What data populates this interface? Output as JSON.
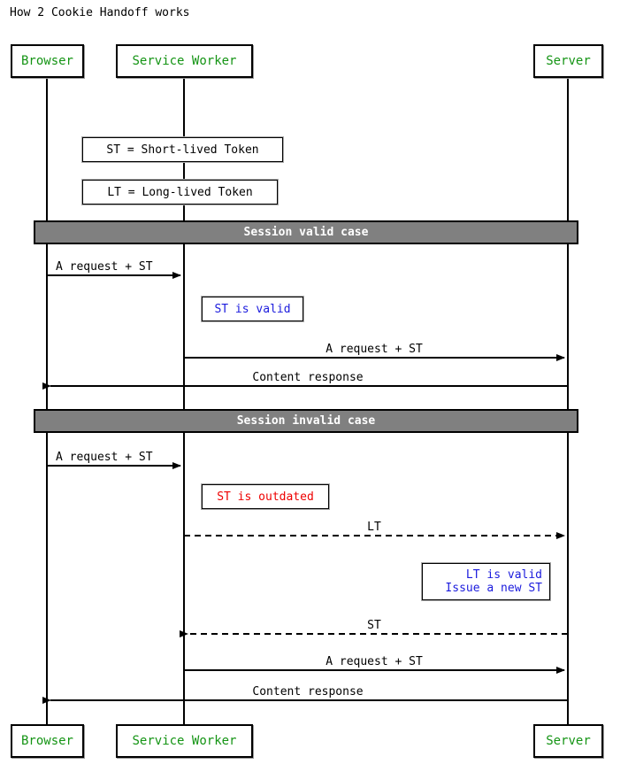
{
  "title": "How 2 Cookie Handoff works",
  "colors": {
    "participant_text": "#149414",
    "note_blue": "#1b1bdd",
    "note_red": "#ee0000",
    "section_bar_fill": "#808080",
    "section_bar_text": "#ffffff",
    "line": "#000000",
    "background": "#ffffff"
  },
  "participants": [
    {
      "id": "browser",
      "label": "Browser"
    },
    {
      "id": "service-worker",
      "label": "Service Worker"
    },
    {
      "id": "server",
      "label": "Server"
    }
  ],
  "participants_bottom": [
    {
      "id": "browser",
      "label": "Browser"
    },
    {
      "id": "service-worker",
      "label": "Service Worker"
    },
    {
      "id": "server",
      "label": "Server"
    }
  ],
  "legend_notes": [
    {
      "id": "st-legend",
      "text": "ST = Short-lived Token"
    },
    {
      "id": "lt-legend",
      "text": "LT = Long-lived Token"
    }
  ],
  "sections": [
    {
      "id": "session-valid",
      "label": "Session valid case"
    },
    {
      "id": "session-invalid",
      "label": "Session invalid case"
    }
  ],
  "messages": [
    {
      "id": "m1",
      "label": "A request + ST",
      "from": "browser",
      "to": "service-worker",
      "style": "solid"
    },
    {
      "id": "m2",
      "label": "A request + ST",
      "from": "service-worker",
      "to": "server",
      "style": "solid"
    },
    {
      "id": "m3",
      "label": "Content response",
      "from": "server",
      "to": "browser",
      "style": "solid"
    },
    {
      "id": "m4",
      "label": "A request + ST",
      "from": "browser",
      "to": "service-worker",
      "style": "solid"
    },
    {
      "id": "m5",
      "label": "LT",
      "from": "service-worker",
      "to": "server",
      "style": "dashed"
    },
    {
      "id": "m6",
      "label": "ST",
      "from": "server",
      "to": "service-worker",
      "style": "dashed"
    },
    {
      "id": "m7",
      "label": "A request + ST",
      "from": "service-worker",
      "to": "server",
      "style": "solid"
    },
    {
      "id": "m8",
      "label": "Content response",
      "from": "server",
      "to": "browser",
      "style": "solid"
    }
  ],
  "notes": [
    {
      "id": "st-valid",
      "text": "ST is valid",
      "color": "blue"
    },
    {
      "id": "st-outdated",
      "text": "ST is outdated",
      "color": "red"
    },
    {
      "id": "lt-valid",
      "line1": "LT is valid",
      "line2": "Issue a new ST",
      "color": "blue"
    }
  ]
}
